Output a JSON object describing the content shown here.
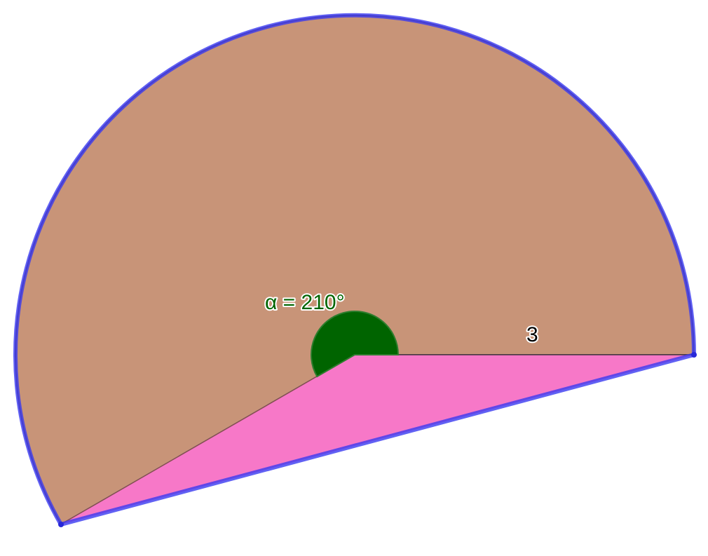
{
  "figure": {
    "angle_label": "α = 210°",
    "radius_label": "3"
  },
  "colors": {
    "sector_fill": "#c89478",
    "sector_stroke": "#6b4a5a",
    "triangle_fill": "#f778c8",
    "arc_outline": "#3a3af0",
    "angle_marker": "#006400",
    "angle_label_color": "#006400",
    "radius_line": "#333333",
    "background": "#ffffff"
  },
  "geometry_values": {
    "radius": 3,
    "central_angle_deg": 210
  }
}
